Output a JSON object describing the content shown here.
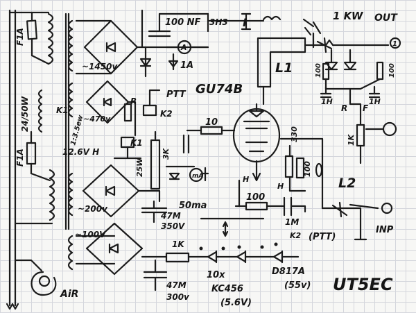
{
  "labels": {
    "out": "OUT",
    "power": "1 KW",
    "tube": "GU74B",
    "l1": "L1",
    "l2": "L2",
    "ptt_relay": "PTT",
    "ptt_relay2": "(PTT)",
    "k1": "K1",
    "k2": "K2",
    "k2b": "K2",
    "fuse_top": "F1A",
    "fuse_mid": "F1A",
    "transformer": "24/50W",
    "trafo_note": "1:3.5ew",
    "hv_cap": "100 NF",
    "hv_choke": "3H3",
    "meter_1a": "1A",
    "meter_a": "A",
    "v1450": "~1450v",
    "r_label": "R",
    "v470": "~470v",
    "heater": "12.6V H",
    "v200": "~200v",
    "res_25w": "25W",
    "res_3k": "3K",
    "ma50": "50ma",
    "cap_47m_top": "47M",
    "cap_350v": "350V",
    "grid_r": "10",
    "cathode_r": "100",
    "c_1m": "1M",
    "h_mark": "H",
    "h_mark2": "H",
    "cap_330": "330",
    "res_100x": "100",
    "c_1h_a": "1H",
    "c_1h_b": "1H",
    "r_pin": "R",
    "f_pin": "F",
    "c_1k_in": "1K",
    "pin_1": "1",
    "pin_100a": "100",
    "pin_100b": "100",
    "inp": "INP",
    "v100": "~100V",
    "r_1k": "1K",
    "diodes": "10x",
    "kc456": "KC456",
    "kc456v": "(5.6V)",
    "d817": "D817A",
    "d817v": "(55v)",
    "cap_47m_bot": "47M",
    "cap_300v": "300v",
    "air": "AiR",
    "callsign": "UT5EC",
    "meter_sym": "mA",
    "ground_sym": "I"
  }
}
